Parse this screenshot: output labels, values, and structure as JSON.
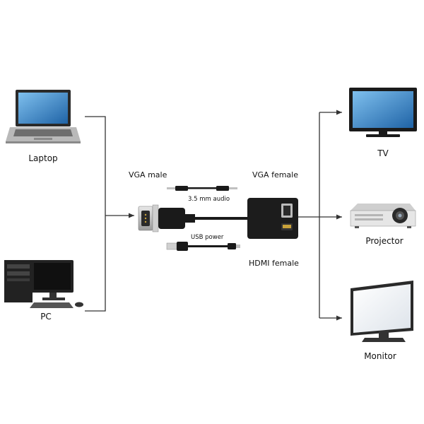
{
  "sources": {
    "laptop": {
      "label": "Laptop"
    },
    "pc": {
      "label": "PC"
    }
  },
  "adapter": {
    "vga_male": "VGA male",
    "vga_female": "VGA female",
    "hdmi_female": "HDMI  female",
    "audio": "3.5 mm audio",
    "usb_power": "USB power"
  },
  "outputs": {
    "tv": {
      "label": "TV"
    },
    "projector": {
      "label": "Projector"
    },
    "monitor": {
      "label": "Monitor"
    }
  },
  "colors": {
    "line": "#333333",
    "device_dark": "#1a1a1a",
    "screen_blue": "#2f7fc4",
    "screen_white": "#f4f6f8",
    "gold": "#c9a23a"
  }
}
